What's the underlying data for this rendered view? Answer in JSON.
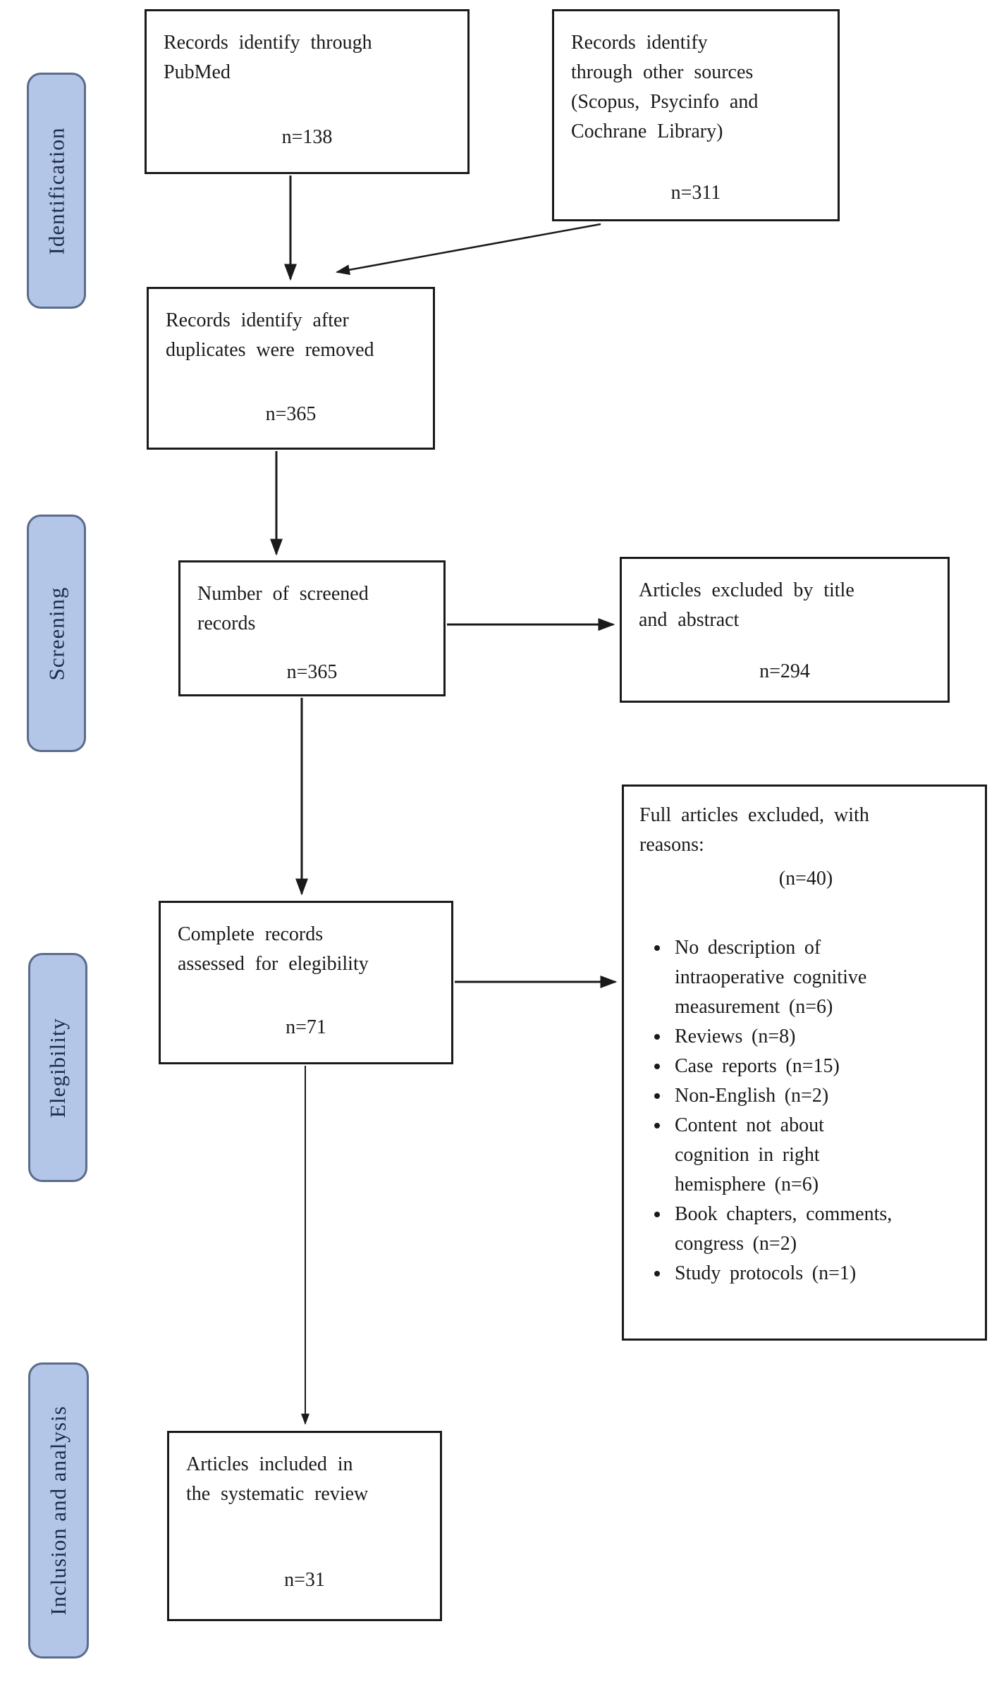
{
  "diagram": {
    "stages": [
      {
        "label": "Identification"
      },
      {
        "label": "Screening"
      },
      {
        "label": "Elegibility"
      },
      {
        "label": "Inclusion  and  analysis"
      }
    ],
    "boxes": {
      "pubmed": {
        "text": "Records identify through\nPubMed",
        "n": "n=138"
      },
      "other_sources": {
        "text": "Records identify\nthrough other sources\n(Scopus, Psycinfo and\nCochrane Library)",
        "n": "n=311"
      },
      "duplicates_removed": {
        "text": "Records identify after\nduplicates were removed",
        "n": "n=365"
      },
      "screened": {
        "text": "Number of screened\nrecords",
        "n": "n=365"
      },
      "excluded_title_abstract": {
        "text": "Articles excluded by title\nand abstract",
        "n": "n=294"
      },
      "assessed_eligibility": {
        "text": "Complete records\nassessed for elegibility",
        "n": "n=71"
      },
      "full_excluded": {
        "title": "Full articles excluded, with\nreasons:",
        "n": "(n=40)",
        "reasons": [
          "No description of\nintraoperative cognitive\nmeasurement (n=6)",
          "Reviews (n=8)",
          "Case reports (n=15)",
          "Non-English (n=2)",
          "Content not about\ncognition in right\nhemisphere (n=6)",
          "Book chapters, comments,\ncongress (n=2)",
          "Study protocols (n=1)"
        ]
      },
      "included": {
        "text": "Articles included in\nthe systematic review",
        "n": "n=31"
      }
    },
    "colors": {
      "stage_fill": "#b4c6e7",
      "stage_border": "#5a6b8c",
      "stage_text": "#1c2b4a",
      "box_border": "#1a1a1a",
      "background": "#ffffff"
    }
  }
}
